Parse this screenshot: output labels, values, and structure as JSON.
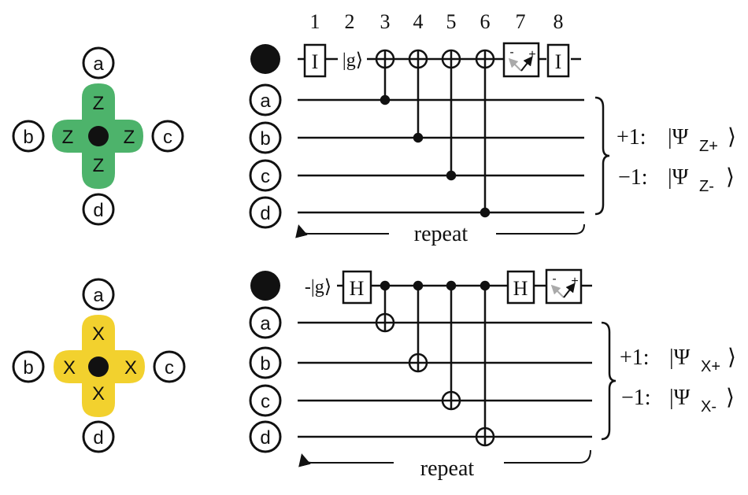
{
  "colors": {
    "z_plaquette": "#4db36b",
    "x_plaquette": "#f2d12e",
    "ink": "#111111",
    "meter_arrow_gray": "#aaaaaa"
  },
  "top": {
    "plaquette": {
      "neighbor_labels": [
        "a",
        "b",
        "c",
        "d"
      ],
      "operator_label": "Z"
    },
    "circuit": {
      "step_labels": [
        "1",
        "2",
        "3",
        "4",
        "5",
        "6",
        "7",
        "8"
      ],
      "qubit_labels": [
        "a",
        "b",
        "c",
        "d"
      ],
      "gate_identity": "I",
      "ground_state": "|g⟩",
      "repeat_label": "repeat",
      "outcome_plus": "+1:",
      "outcome_minus": "−1:",
      "state_plus": "|Ψ",
      "state_plus_sub": "Z+",
      "state_minus": "|Ψ",
      "state_minus_sub": "Z-",
      "ket_close": "⟩"
    }
  },
  "bottom": {
    "plaquette": {
      "neighbor_labels": [
        "a",
        "b",
        "c",
        "d"
      ],
      "operator_label": "X"
    },
    "circuit": {
      "qubit_labels": [
        "a",
        "b",
        "c",
        "d"
      ],
      "ground_state": "-|g⟩",
      "gate_hadamard": "H",
      "repeat_label": "repeat",
      "outcome_plus": "+1:",
      "outcome_minus": "−1:",
      "state_plus": "|Ψ",
      "state_plus_sub": "X+",
      "state_minus": "|Ψ",
      "state_minus_sub": "X-",
      "ket_close": "⟩"
    }
  },
  "icons": {
    "meter": "measurement-meter-icon",
    "cnot_target": "cnot-target-icon",
    "control_dot": "control-dot-icon"
  }
}
